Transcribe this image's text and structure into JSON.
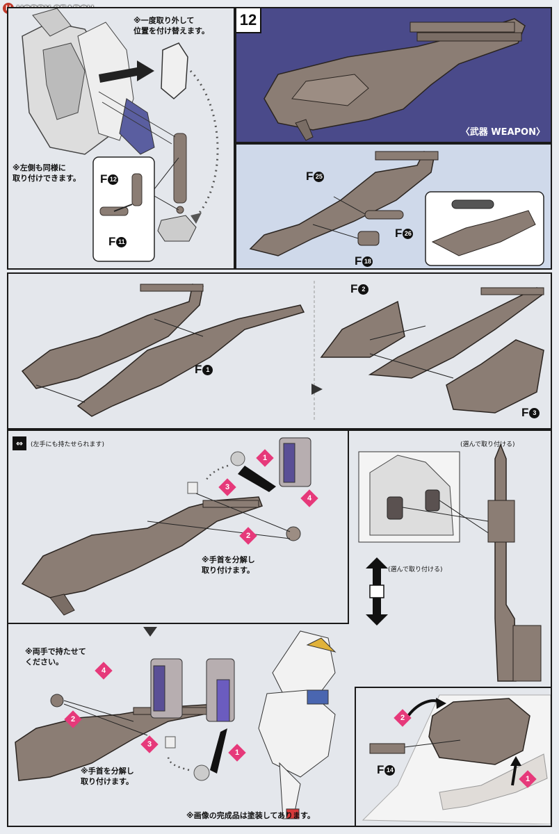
{
  "header": {
    "site_logo_text": "HOBBY SEARCH",
    "step_number": "12"
  },
  "top_left": {
    "note_reattach": "※一度取り外して\n位置を付け替えます。",
    "note_left_side": "※左側も同様に\n取り付けできます。",
    "part_f12": "F",
    "part_f12_num": "12",
    "part_f11": "F",
    "part_f11_num": "11"
  },
  "weapon_banner": {
    "label": "〈武器 WEAPON〉"
  },
  "assembly_top": {
    "part_f25": "F",
    "part_f25_num": "25",
    "part_f26": "F",
    "part_f26_num": "26",
    "part_f18": "F",
    "part_f18_num": "18"
  },
  "assembly_mid": {
    "part_f1": "F",
    "part_f1_num": "1",
    "part_f2": "F",
    "part_f2_num": "2",
    "part_f3": "F",
    "part_f3_num": "3"
  },
  "hand_section": {
    "note_left_hand": "(左手にも持たせられます)",
    "note_wrist": "※手首を分解し\n取り付けます。",
    "note_select_top": "(選んで取り付ける)",
    "note_select_mid": "(選んで取り付ける)"
  },
  "bottom_section": {
    "note_both_hands": "※両手で持たせて\nください。",
    "note_wrist2": "※手首を分解し\n取り付けます。",
    "note_painted": "※画像の完成品は塗装してあります。",
    "part_f14": "F",
    "part_f14_num": "14"
  },
  "steps": [
    "1",
    "2",
    "3",
    "4"
  ],
  "colors": {
    "accent": "#e6397a",
    "banner": "#4a4a8a",
    "part_fill": "#8b7d74",
    "part_stroke": "#3a332f",
    "blue_panel": "#cfd9ea"
  }
}
